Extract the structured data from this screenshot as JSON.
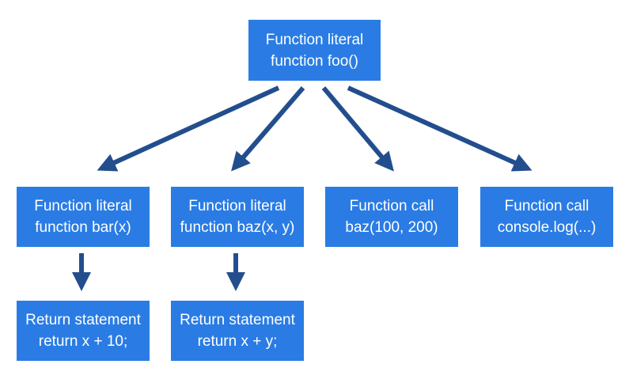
{
  "nodes": {
    "root": {
      "line1": "Function literal",
      "line2": "function foo()"
    },
    "bar": {
      "line1": "Function literal",
      "line2": "function bar(x)"
    },
    "baz": {
      "line1": "Function literal",
      "line2": "function baz(x, y)"
    },
    "call_baz": {
      "line1": "Function call",
      "line2": "baz(100, 200)"
    },
    "call_log": {
      "line1": "Function call",
      "line2": "console.log(...)"
    },
    "ret_bar": {
      "line1": "Return statement",
      "line2": "return x + 10;"
    },
    "ret_baz": {
      "line1": "Return statement",
      "line2": "return x + y;"
    }
  },
  "colors": {
    "node_fill": "#2a7ce4",
    "node_text": "#ffffff",
    "arrow": "#234e8e"
  }
}
